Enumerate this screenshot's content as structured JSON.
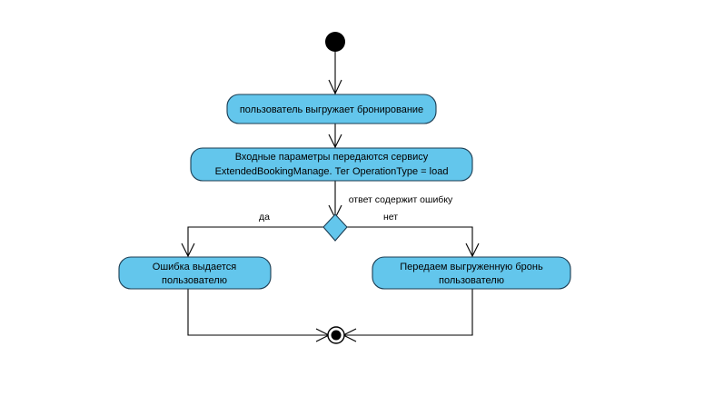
{
  "diagram": {
    "type": "uml-activity-diagram",
    "title": "",
    "background_color": "#ffffff",
    "node_fill_color": "#63c6ec",
    "node_border_color": "#1b3c52",
    "line_color": "#000000",
    "nodes": [
      {
        "id": "start",
        "kind": "initial-node",
        "label": ""
      },
      {
        "id": "activity-1",
        "kind": "activity",
        "label": "пользователь выгружает бронирование",
        "lines": [
          "пользователь выгружает бронирование"
        ]
      },
      {
        "id": "activity-2",
        "kind": "activity",
        "label": "Входные параметры передаются сервису ExtendedBookingManage. Тег OperationType = load",
        "lines": [
          "Входные параметры передаются сервису",
          "ExtendedBookingManage. Тег OperationType = load"
        ]
      },
      {
        "id": "decision",
        "kind": "decision",
        "label": "ответ содержит ошибку"
      },
      {
        "id": "activity-error",
        "kind": "activity",
        "label": "Ошибка выдается пользователю",
        "lines": [
          "Ошибка выдается",
          "пользователю"
        ]
      },
      {
        "id": "activity-success",
        "kind": "activity",
        "label": "Передаем выгруженную бронь пользователю",
        "lines": [
          "Передаем выгруженную бронь",
          "пользователю"
        ]
      },
      {
        "id": "end",
        "kind": "final-node",
        "label": ""
      }
    ],
    "edges": [
      {
        "id": "edge-start-a1",
        "from": "start",
        "to": "activity-1",
        "label": ""
      },
      {
        "id": "edge-a1-a2",
        "from": "activity-1",
        "to": "activity-2",
        "label": ""
      },
      {
        "id": "edge-a2-decision",
        "from": "activity-2",
        "to": "decision",
        "label": "ответ содержит ошибку"
      },
      {
        "id": "edge-decision-error",
        "from": "decision",
        "to": "activity-error",
        "label": "да"
      },
      {
        "id": "edge-decision-success",
        "from": "decision",
        "to": "activity-success",
        "label": "нет"
      },
      {
        "id": "edge-error-end",
        "from": "activity-error",
        "to": "end",
        "label": ""
      },
      {
        "id": "edge-success-end",
        "from": "activity-success",
        "to": "end",
        "label": ""
      }
    ],
    "labels": {
      "guard_condition": "ответ содержит ошибку",
      "branch_yes": "да",
      "branch_no": "нет"
    }
  }
}
